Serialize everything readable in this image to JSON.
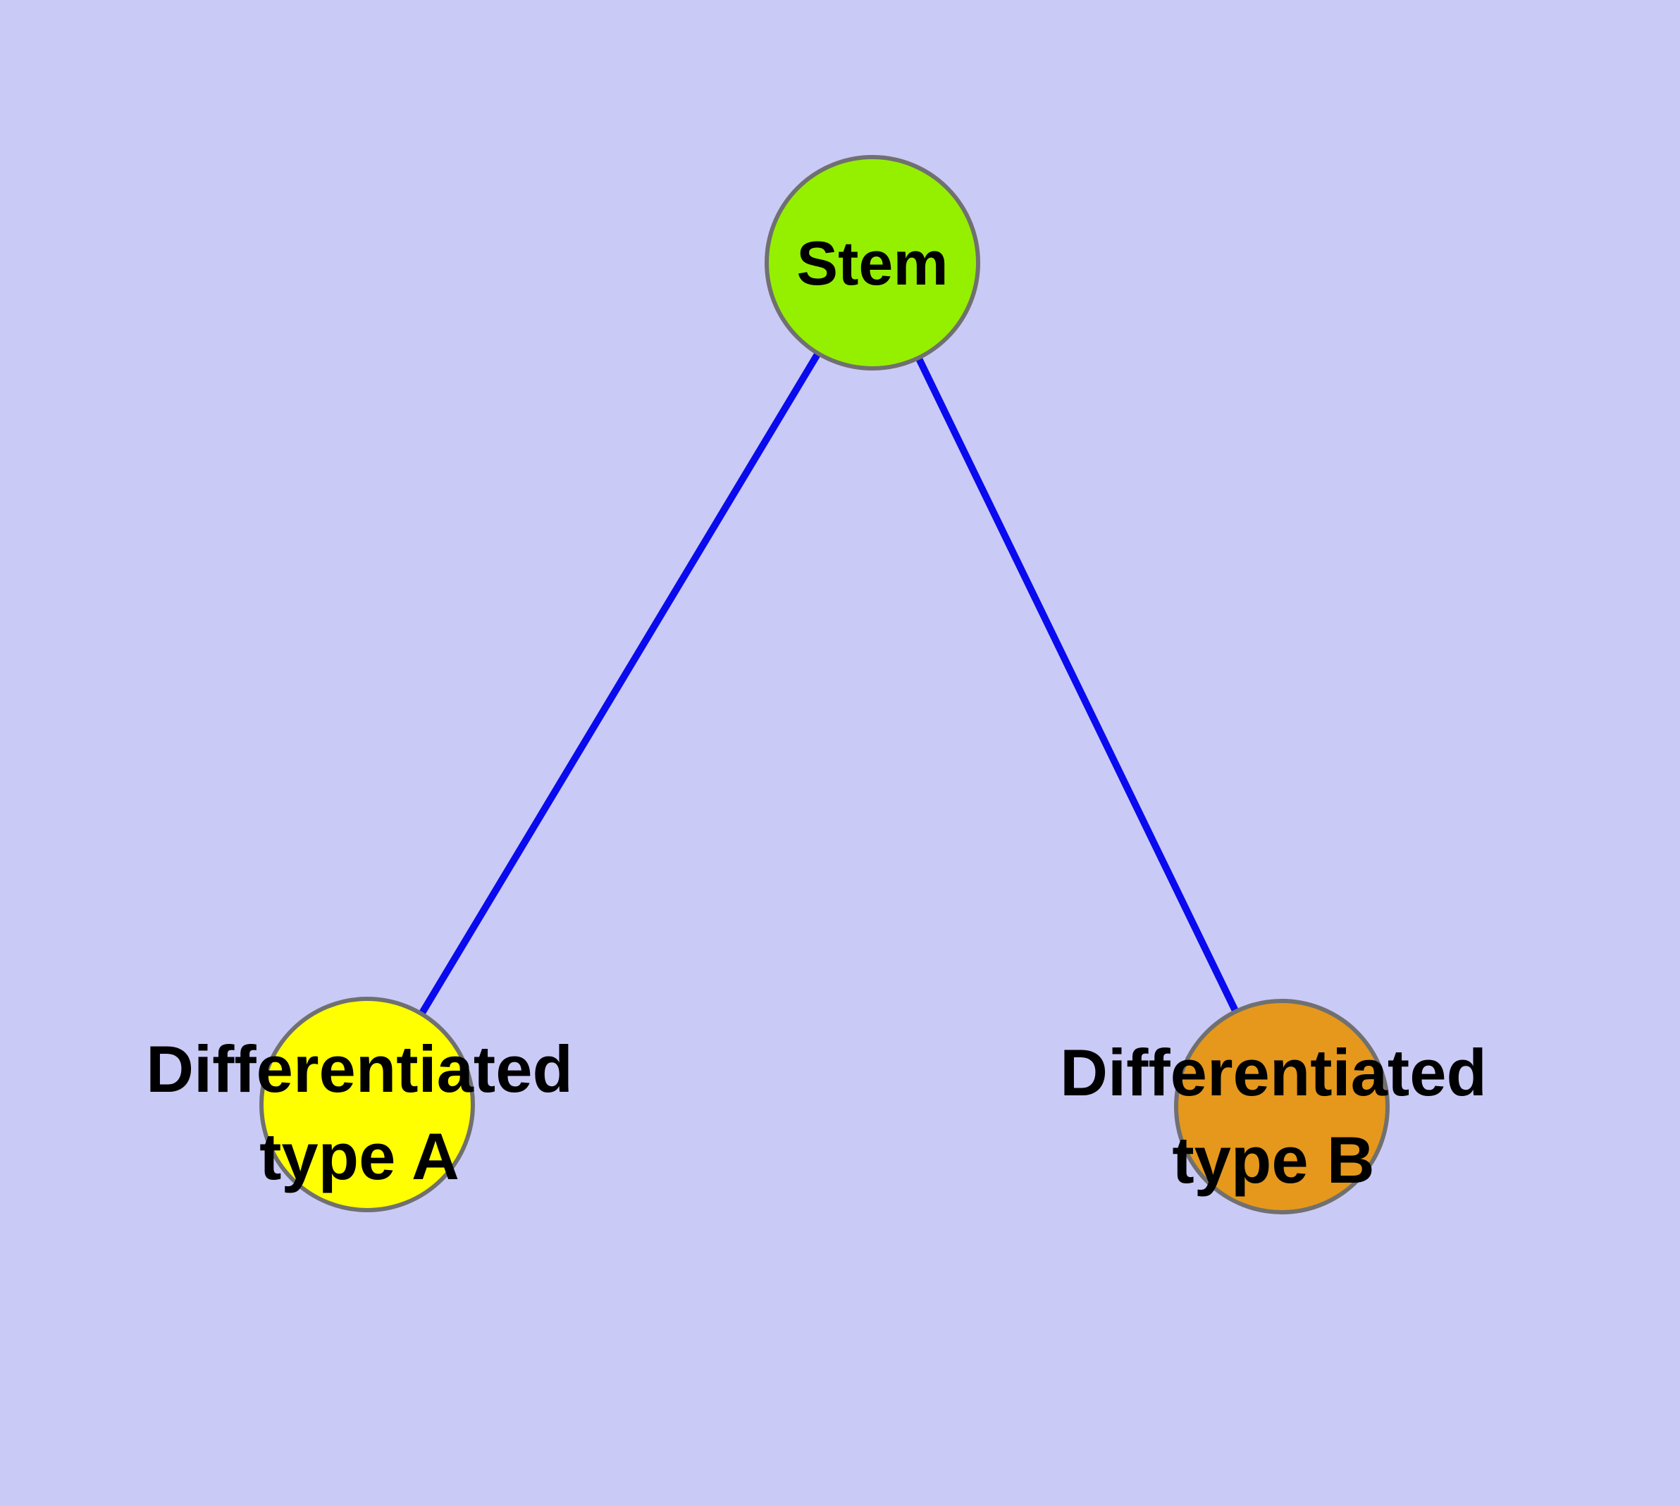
{
  "diagram": {
    "type": "graph",
    "background_color": "#CACAF6",
    "text_color": "#000000",
    "edge_color": "#0A0AEE",
    "node_border_color": "#707070",
    "nodes": [
      {
        "id": "stem",
        "label": "Stem",
        "fill": "#95F000"
      },
      {
        "id": "differentiated-type-a",
        "label_line1": "Differentiated",
        "label_line2": "type A",
        "fill": "#FFFF00"
      },
      {
        "id": "differentiated-type-b",
        "label_line1": "Differentiated",
        "label_line2": "type B",
        "fill": "#E5981C"
      }
    ],
    "edges": [
      {
        "from": "stem",
        "to": "differentiated-type-a"
      },
      {
        "from": "stem",
        "to": "differentiated-type-b"
      }
    ]
  }
}
